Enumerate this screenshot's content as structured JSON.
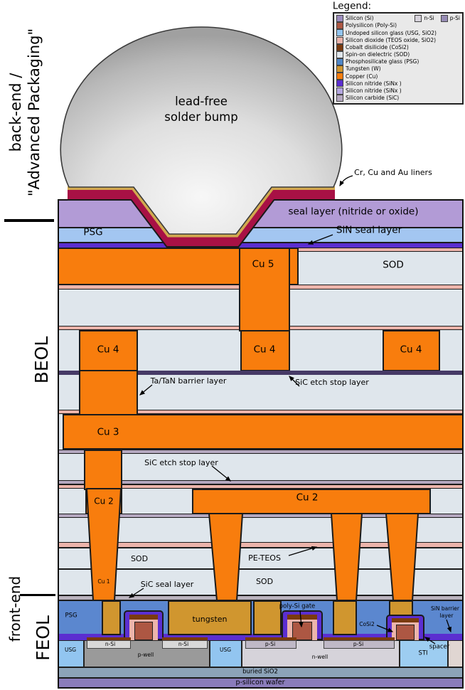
{
  "side": {
    "back_end_1": "back-end /",
    "back_end_2": "\"Advanced Packaging\"",
    "beol": "BEOL",
    "front_end": "front-end",
    "feol": "FEOL"
  },
  "bump": {
    "line1": "lead-free",
    "line2": "solder bump"
  },
  "layers": {
    "seal": "seal layer (nitride or oxide)",
    "psg": "PSG",
    "cu5": "Cu 5",
    "cu4": "Cu 4",
    "cu3": "Cu 3",
    "cu2": "Cu 2",
    "cu1": "Cu 1",
    "sod": "SOD",
    "tungsten": "tungsten",
    "usg": "USG",
    "n_si": "n-Si",
    "p_si": "p-Si",
    "p_well": "p-well",
    "n_well": "n-well",
    "sti": "STI",
    "buried": "buried SiO2",
    "wafer": "p-silicon wafer"
  },
  "annotations": {
    "liners": "Cr, Cu and Au liners",
    "sin_seal": "SiN seal layer",
    "tatan": "Ta/TaN barrier layer",
    "sic_etch": "SiC etch stop layer",
    "pe_teos": "PE-TEOS",
    "sic_seal": "SiC seal layer",
    "poly_gate": "poly-Si gate",
    "cosi2": "CoSi2",
    "sin_barrier_1": "SiN barrier",
    "sin_barrier_2": "layer",
    "spacer": "spacer"
  },
  "legend": {
    "title": "Legend:",
    "nsi": {
      "label": "n-Si",
      "color": "#d7d3dc"
    },
    "psi": {
      "label": "p-Si",
      "color": "#968bb4"
    },
    "items": [
      {
        "label": "Silicon (Si)",
        "color": "#9c8cbe"
      },
      {
        "label": "Polysilicon (Poly-Si)",
        "color": "#ad5743"
      },
      {
        "label": "Undoped silicon glass (USG, SiO2)",
        "color": "#92c5f0"
      },
      {
        "label": "Silicon dioxide (TEOS oxide, SiO2)",
        "color": "#ecb4ab"
      },
      {
        "label": "Cobalt disilicide (CoSi2)",
        "color": "#7b3a0e"
      },
      {
        "label": "Spin-on dielectric (SOD)",
        "color": "#dfe6ec"
      },
      {
        "label": "Phosphosilicate glass (PSG)",
        "color": "#4f86c6"
      },
      {
        "label": "Tungsten (W)",
        "color": "#d0962f"
      },
      {
        "label": "Copper (Cu)",
        "color": "#f87d0d"
      },
      {
        "label": "Silicon nitride (SiNx )",
        "color": "#5b2ed0"
      },
      {
        "label": "Silicon nitride (SiNx )",
        "color": "#b4a6e0"
      },
      {
        "label": "Silicon carbide (SiC)",
        "color": "#b5a8c0"
      }
    ]
  },
  "colors": {
    "copper": "#f87d0d",
    "tungsten": "#d0962f",
    "sod": "#dfe6ec",
    "teos": "#ecb4ab",
    "sic": "#b5a8c0",
    "sic_line": "#b9b2bd",
    "sin_dark": "#5b2ed0",
    "sin_light": "#b4a6e0",
    "seal_purple": "#b29bd6",
    "psg_top": "#a3c6f1",
    "psg_feol": "#5b87cf",
    "usg": "#92c5f0",
    "sti": "#9dcdf1",
    "crimson": "#a81145",
    "liner_gold": "#d2a94f",
    "bump_gray": "#c9c9c9",
    "poly": "#ad5743",
    "cosi2": "#7b3a0e",
    "p_well": "#9a9a9a",
    "n_well": "#d6d3da",
    "p_si": "#bfb8c6",
    "n_si": "#d8d8d8",
    "dark_etch": "#463a66",
    "buried": "#8ca3b8",
    "wafer": "#8a7cba",
    "right_strip": "#e0d6d2"
  }
}
